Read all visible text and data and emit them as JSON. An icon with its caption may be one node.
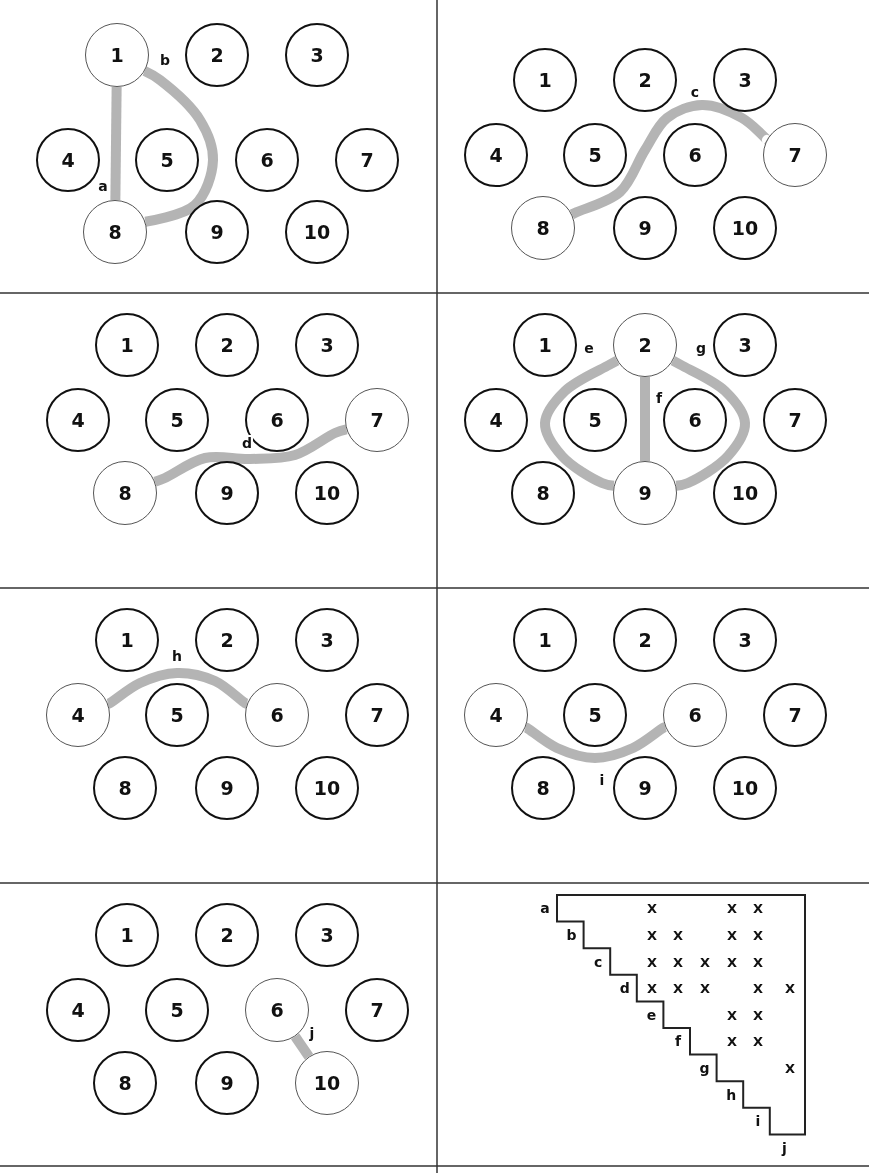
{
  "diagram": {
    "nodes": [
      {
        "text": [
          "1"
        ]
      },
      {
        "text": [
          "2"
        ]
      },
      {
        "text": [
          "3"
        ]
      },
      {
        "text": [
          "4"
        ]
      },
      {
        "text": [
          "5"
        ]
      },
      {
        "text": [
          "6"
        ]
      },
      {
        "text": [
          "7"
        ]
      },
      {
        "text": [
          "8"
        ]
      },
      {
        "text": [
          "9"
        ]
      },
      {
        "text": [
          "10"
        ]
      },
      {
        "text": [
          "1"
        ]
      },
      {
        "text": [
          "2"
        ]
      },
      {
        "text": [
          "3"
        ]
      },
      {
        "text": [
          "4"
        ]
      },
      {
        "text": [
          "5"
        ]
      },
      {
        "text": [
          "6"
        ]
      },
      {
        "text": [
          "7"
        ]
      },
      {
        "text": [
          "8"
        ]
      },
      {
        "text": [
          "9"
        ]
      },
      {
        "text": [
          "10"
        ]
      },
      {
        "text": [
          "1"
        ]
      },
      {
        "text": [
          "2"
        ]
      },
      {
        "text": [
          "3"
        ]
      },
      {
        "text": [
          "4"
        ]
      },
      {
        "text": [
          "5"
        ]
      },
      {
        "text": [
          "6"
        ]
      },
      {
        "text": [
          "7"
        ]
      },
      {
        "text": [
          "8"
        ]
      },
      {
        "text": [
          "9"
        ]
      },
      {
        "text": [
          "10"
        ]
      },
      {
        "text": [
          "1"
        ]
      },
      {
        "text": [
          "2"
        ]
      },
      {
        "text": [
          "3"
        ]
      },
      {
        "text": [
          "4"
        ]
      },
      {
        "text": [
          "5"
        ]
      },
      {
        "text": [
          "6"
        ]
      },
      {
        "text": [
          "7"
        ]
      },
      {
        "text": [
          "8"
        ]
      },
      {
        "text": [
          "9"
        ]
      },
      {
        "text": [
          "10"
        ]
      },
      {
        "text": [
          "1"
        ]
      },
      {
        "text": [
          "2"
        ]
      },
      {
        "text": [
          "3"
        ]
      },
      {
        "text": [
          "4"
        ]
      },
      {
        "text": [
          "5"
        ]
      },
      {
        "text": [
          "6"
        ]
      },
      {
        "text": [
          "7"
        ]
      },
      {
        "text": [
          "8"
        ]
      },
      {
        "text": [
          "9"
        ]
      },
      {
        "text": [
          "10"
        ]
      },
      {
        "text": [
          "1"
        ]
      },
      {
        "text": [
          "2"
        ]
      },
      {
        "text": [
          "3"
        ]
      },
      {
        "text": [
          "4"
        ]
      },
      {
        "text": [
          "5"
        ]
      },
      {
        "text": [
          "6"
        ]
      },
      {
        "text": [
          "7"
        ]
      },
      {
        "text": [
          "8"
        ]
      },
      {
        "text": [
          "9"
        ]
      },
      {
        "text": [
          "10"
        ]
      },
      {
        "text": [
          "1"
        ]
      },
      {
        "text": [
          "2"
        ]
      },
      {
        "text": [
          "3"
        ]
      },
      {
        "text": [
          "4"
        ]
      },
      {
        "text": [
          "5"
        ]
      },
      {
        "text": [
          "6"
        ]
      },
      {
        "text": [
          "7"
        ]
      },
      {
        "text": [
          "8"
        ]
      },
      {
        "text": [
          "9"
        ]
      },
      {
        "text": [
          "10"
        ]
      }
    ],
    "edges": [
      {
        "from": 0,
        "to": 7,
        "arrow": "none",
        "label": "a"
      },
      {
        "from": 0,
        "to": 7,
        "arrow": "none",
        "label": "b"
      },
      {
        "from": 17,
        "to": 16,
        "arrow": "none",
        "label": "c"
      },
      {
        "from": 27,
        "to": 26,
        "arrow": "none",
        "label": "d"
      },
      {
        "from": 31,
        "to": 38,
        "arrow": "none",
        "label": "e"
      },
      {
        "from": 31,
        "to": 38,
        "arrow": "none",
        "label": "f"
      },
      {
        "from": 31,
        "to": 38,
        "arrow": "none",
        "label": "g"
      },
      {
        "from": 43,
        "to": 45,
        "arrow": "none",
        "label": "h"
      },
      {
        "from": 53,
        "to": 55,
        "arrow": "none",
        "label": "i"
      },
      {
        "from": 65,
        "to": 69,
        "arrow": "none",
        "label": "j"
      }
    ],
    "labels": [
      "a",
      "X",
      "X",
      "X",
      "b",
      "X",
      "X",
      "X",
      "X",
      "c",
      "X",
      "X",
      "X",
      "X",
      "X",
      "d",
      "X",
      "X",
      "X",
      "X",
      "X",
      "e",
      "X",
      "X",
      "f",
      "X",
      "X",
      "g",
      "X",
      "h",
      "i",
      "j"
    ]
  }
}
